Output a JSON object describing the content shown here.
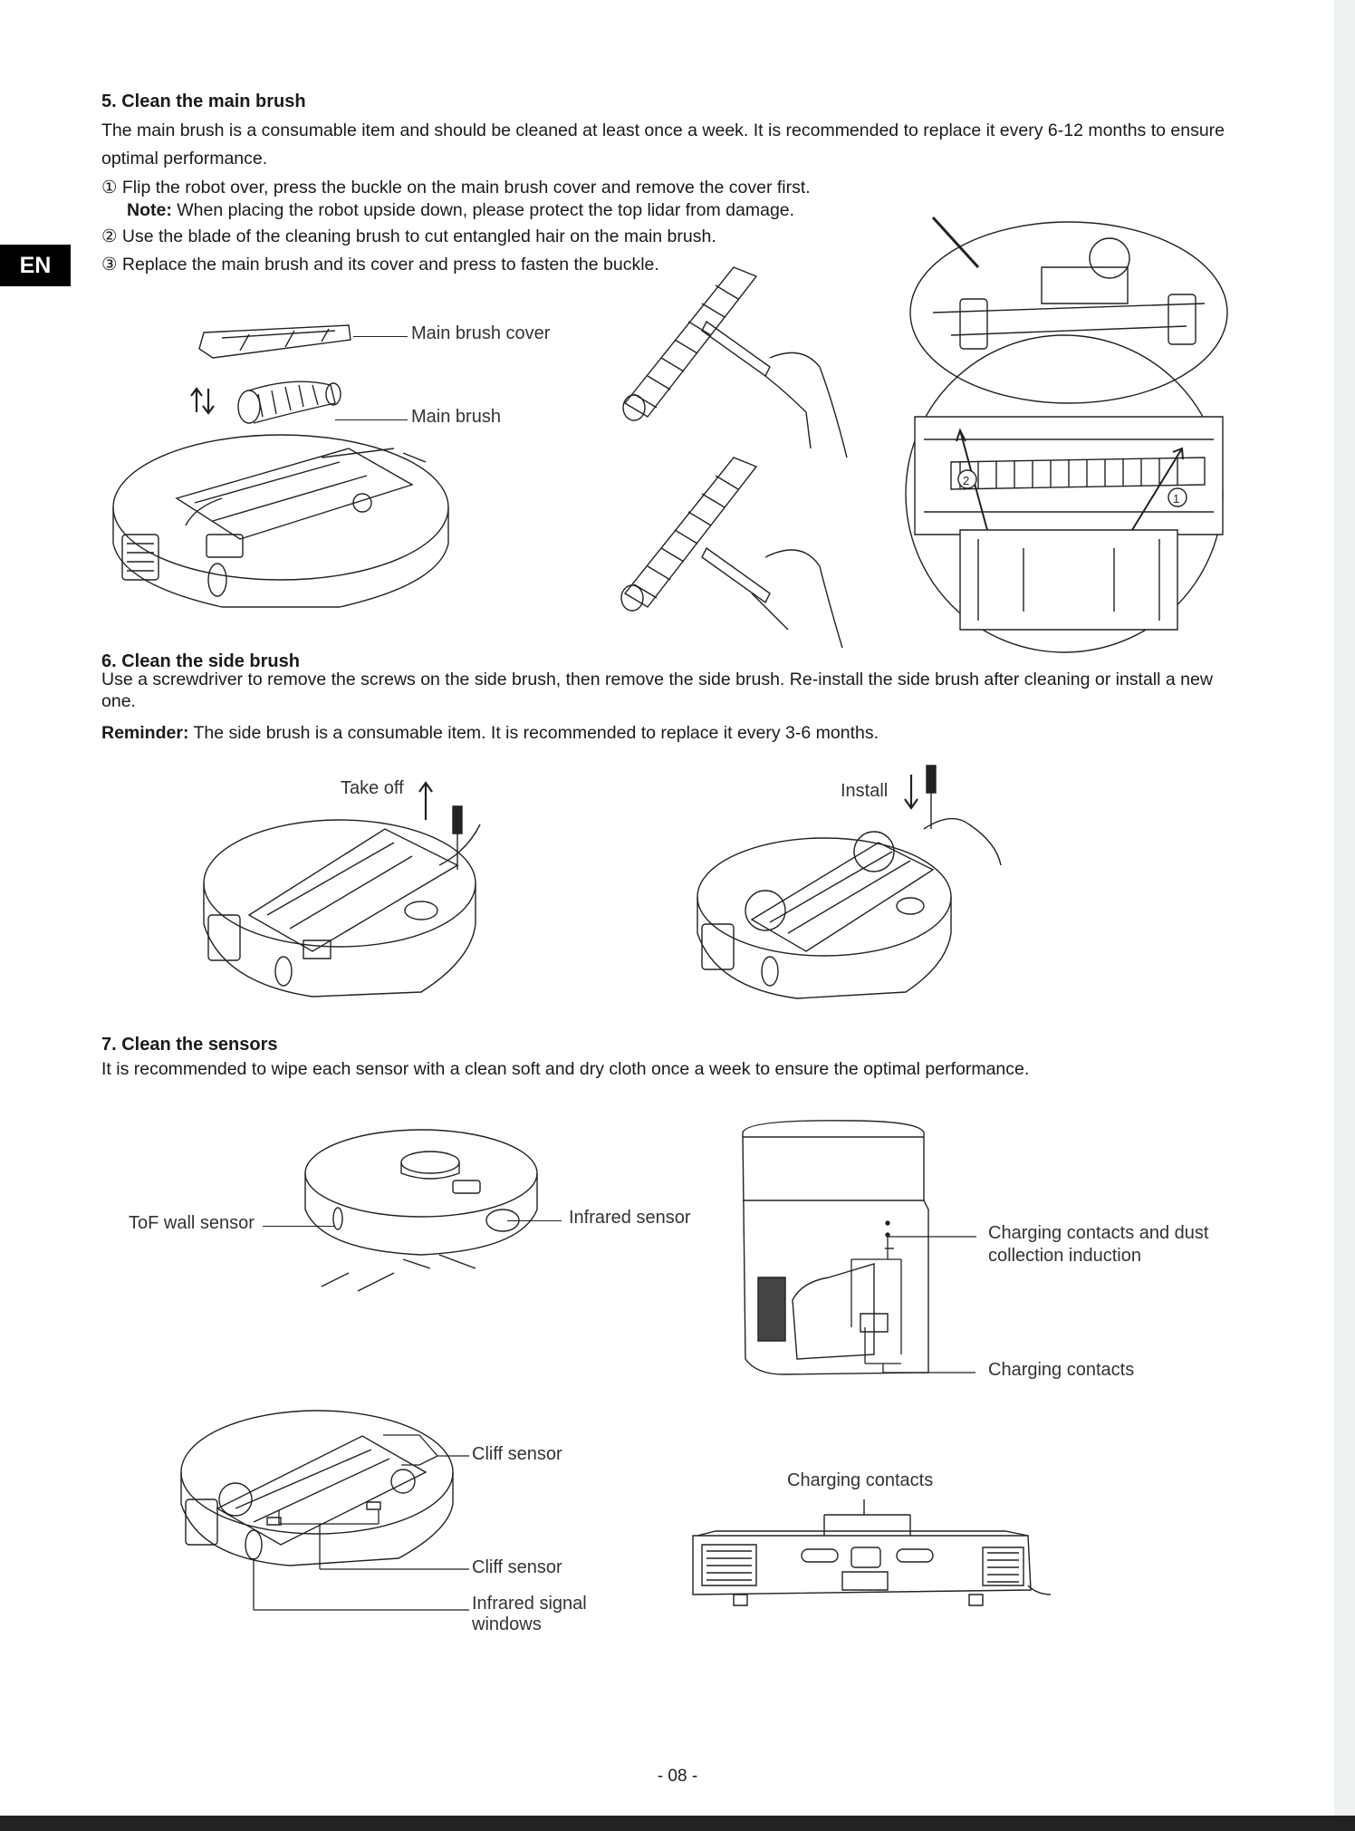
{
  "lang_tab": "EN",
  "section5": {
    "heading": "5. Clean the main brush",
    "intro": "The main brush is a consumable item and should be cleaned at least once a week. It is recommended to replace it every 6-12 months to ensure optimal performance.",
    "step1": "① Flip the robot over, press the buckle on the main brush cover and remove the cover first.",
    "note_label": "Note:",
    "note_text": " When placing the robot upside down, please protect the top lidar from damage.",
    "step2": "② Use the blade of the cleaning brush to cut entangled hair on the main brush.",
    "step3": "③ Replace the main brush and its cover and press to fasten the buckle.",
    "label_cover": "Main brush cover",
    "label_brush": "Main brush",
    "arrows": "⇅",
    "marker1": "1",
    "marker2": "2"
  },
  "section6": {
    "heading": "6. Clean the side brush",
    "text": "Use a screwdriver to remove the screws on the side brush, then remove the side brush. Re-install the side brush after cleaning or install a new one.",
    "reminder_label": "Reminder:",
    "reminder_text": " The side brush is a consumable item. It is recommended to replace it every 3-6 months.",
    "take_off": "Take off",
    "install": "Install"
  },
  "section7": {
    "heading": "7.  Clean the sensors",
    "text": "It is recommended to wipe each sensor with a clean soft and dry cloth once a week to ensure the optimal performance.",
    "tof": "ToF wall sensor",
    "infrared": "Infrared sensor",
    "charging_dust_1": "Charging contacts and dust",
    "charging_dust_2": "collection induction",
    "charging_contacts_station": "Charging contacts",
    "cliff_top": "Cliff sensor",
    "cliff_bottom": "Cliff sensor",
    "ir_windows_1": "Infrared signal",
    "ir_windows_2": "windows",
    "charging_contacts_base": "Charging contacts"
  },
  "footer": {
    "page_number": "- 08 -"
  }
}
